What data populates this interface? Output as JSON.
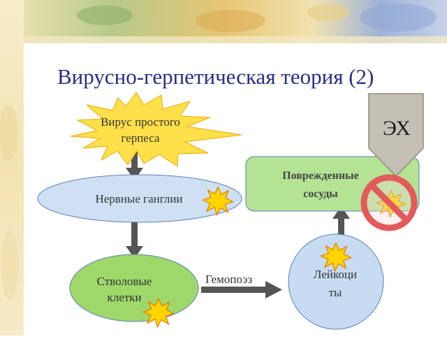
{
  "slide": {
    "title": "Вирусно-герпетическая теория (2)"
  },
  "diagram": {
    "virus_line1": "Вирус простого",
    "virus_line2": "герпеса",
    "ganglia": "Нервные ганглии",
    "stem_line1": "Стволовые",
    "stem_line2": "клетки",
    "hemopoiesis": "Гемопоэз",
    "leuko_line1": "Лейкоци",
    "leuko_line2": "ты",
    "vessels_line1": "Поврежденные",
    "vessels_line2": "сосуды",
    "cholesterol": "ЭХ"
  },
  "colors": {
    "title": "#2a2a8a",
    "starburst": "#ffe04a",
    "ganglia_fill": "#cfe0f2",
    "stem_fill": "#9ed86b",
    "vessels_fill": "#b4e394",
    "arrow": "#555555",
    "prohibition": "#e35a5a",
    "cholesterol_shape": "#c4c1b4"
  }
}
